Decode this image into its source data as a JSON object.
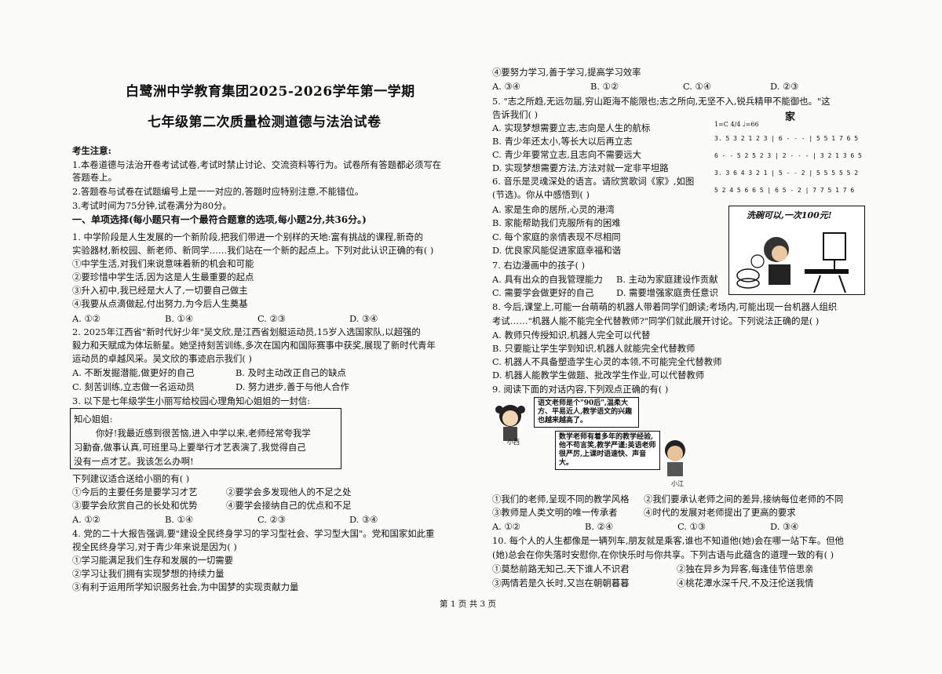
{
  "header": {
    "title1": "白鹭洲中学教育集团2025-2026学年第一学期",
    "title2": "七年级第二次质量检测道德与法治试卷"
  },
  "notice": {
    "heading": "考生注意:",
    "items": [
      "1.本卷道德与法治开卷考试试卷,考试时禁止讨论、交流资料等行为。试卷所有答题都必须写在",
      "答题卷上。",
      "2.答题卷与试卷在试题编号上是一一对应的,答题时应特别注意,不能错位。",
      "3.考试时间为75分钟,试卷满分为80分。"
    ]
  },
  "section1": "一、单项选择(每小题只有一个最符合题意的选项,每小题2分,共36分。)",
  "q1": {
    "lines": [
      "1. 中学阶段是人生发展的一个新阶段,把我们带进一个别样的天地:富有挑战的课程,新奇的",
      "实验器材,新校园、新老师、新同学……我们站在一个新的起点上。下列对此认识正确的有(      )",
      "①中学生活,对我们来说意味着新的机会和可能",
      "②要珍惜中学生活,因为这是人生最重要的起点",
      "③升入初中,我已经是大人了,一切要自己做主",
      "④我要从点滴做起,付出努力,为今后人生奠基"
    ],
    "options": [
      "A. ①②",
      "B. ①④",
      "C. ②③",
      "D. ③④"
    ]
  },
  "q2": {
    "lines": [
      "2. 2025年江西省\"新时代好少年\"吴文欣,是江西省划艇运动员,15岁入选国家队,以超强的",
      "毅力和天赋成为体坛新星。她坚持刻苦训练,多次在国内和国际赛事中获奖,展现了新时代青年",
      "运动员的卓越风采。吴文欣的事迹启示我们(      )"
    ],
    "options": [
      "A. 不断发掘潜能,做更好的自己",
      "B. 及时主动改正自己的缺点",
      "C. 刻苦训练,立志做一名运动员",
      "D. 努力进步,善于与他人合作"
    ]
  },
  "q3": {
    "intro": "3. 以下是七年级学生小丽写给校园心理角知心姐姐的一封信:",
    "letter": [
      "知心姐姐:",
      "你好!我最近感到很苦恼,进入中学以来,老师经常夸我学",
      "习勤奋,做事认真,可班里马上要举行才艺表演了,我觉得自己",
      "没有一点才艺。我该怎么办啊!"
    ],
    "ask": "下列建议适合送给小丽的有(      )",
    "items": [
      "①今后的主要任务是要学习才艺",
      "②要学会多发现他人的不足之处",
      "③要学会欣赏自己的长处和优势",
      "④要学会接纳自己的优点和不足"
    ],
    "options": [
      "A. ①②",
      "B. ①④",
      "C. ②③",
      "D. ③④"
    ]
  },
  "q4": {
    "lines": [
      "4. 党的二十大报告强调,要\"建设全民终身学习的学习型社会、学习型大国\"。党和国家如此重",
      "视全民终身学习,对于青少年来说是因为(      )",
      "①学习能满足我们生存和发展的一切需要",
      "②学习让我们拥有实现梦想的持续力量",
      "③有利于运用所学知识服务社会,为中国梦的实现贡献力量",
      "④要努力学习,善于学习,提高学习效率"
    ],
    "options": [
      "A. ③④",
      "B. ①②",
      "C. ①④",
      "D. ②③"
    ]
  },
  "q5": {
    "lines": [
      "5. \"志之所趋,无远勿届,穷山距海不能限也;志之所向,无坚不入,锐兵精甲不能御也。\"这",
      "告诉我们(      )"
    ],
    "options": [
      "A. 实现梦想需要立志,志向是人生的航标",
      "B. 青少年还太小,等长大以后再立志",
      "C. 青少年要常立志,且志向不需要远大",
      "D. 实现梦想需要方法,方法对就一定非平坦路"
    ]
  },
  "q6": {
    "lines": [
      "6. 音乐是灵魂深处的语言。请欣赏歌词《家》,如图",
      "(节选)。你从中感悟到(      )"
    ],
    "options": [
      "A. 家是生命的居所,心灵的港湾",
      "B. 家能帮助我们克服所有的困难",
      "C. 每个家庭的亲情表现不尽相同",
      "D. 优良家风能促进家庭幸福和谐"
    ]
  },
  "score": {
    "title": "家",
    "key": "1=C 4/4  ♩=66",
    "rows": [
      "3.  5  3 2  1 2 3  | 6  -  -  -  | 5 5  1 7 6 5",
      "6  -  - 5 2 5 2 3 | 2  -  -  - | 3 2 1 3  6 5",
      "3.  3 6 4 3 2 1  | 5  -  - 2 | 5 5 5 5  5 2",
      "5 2 4 5 6 6 5 | 6  5 - 2 | 7 7 5 1 7 6"
    ]
  },
  "q7": {
    "line": "7. 右边漫画中的孩子(      )",
    "options": [
      "A. 具有出众的自我管理能力",
      "B. 主动为家庭建设作贡献",
      "C. 需要学会做更好的自己",
      "D. 需要增强家庭责任意识"
    ],
    "comic_caption": "洗碗可以,一次100元!"
  },
  "q8": {
    "lines": [
      "8. 今后,课堂上,可能一台萌萌的机器人带着同学们朗读;考场内,可能出现一台机器人组织",
      "考试……\"机器人能不能完全代替教师?\"同学们就此展开讨论。下列说法正确的是(      )"
    ],
    "options": [
      "A. 教师只传授知识,机器人完全可以代替",
      "B. 只要能让学生学到知识,机器人就能完全代替教师",
      "C. 机器人不具备塑造学生心灵的本领,不可能完全代替教师",
      "D. 机器人能教学生做题、批改学生作业,可以代替教师"
    ]
  },
  "q9": {
    "line": "9. 阅读下面的对话内容,下列观点正确的有(      )",
    "bubble1": "语文老师是个\"90后\",温柔大方、平易近人,教学语文的兴趣也越来越高了。",
    "name1": "小西",
    "bubble2": "数学老师有着多年的教学经验,他不苟言笑,教学严谨;英语老师很严厉,上课时语速快、声音大。",
    "name2": "小江",
    "items": [
      "①我们的老师,呈现不同的教学风格",
      "②我们要承认老师之间的差异,接纳每位老师的不同",
      "③教师是人类文明的唯一传承者",
      "④时代的发展对老师提出了更高的要求"
    ],
    "options": [
      "A. ①②",
      "B. ②④",
      "C. ①③",
      "D. ③④"
    ]
  },
  "q10": {
    "lines": [
      "10. 每个人的人生都像是一辆列车,朋友就是乘客,谁也不知道他(她)会在哪一站下车。但他",
      "(她)总会在你失落时安慰你,在你快乐时与你共享。下列古语与此蕴含的道理一致的有(      )"
    ],
    "items": [
      "①莫愁前路无知己,天下谁人不识君",
      "②独在异乡为异客,每逢佳节倍思亲",
      "③两情若是久长时,又岂在朝朝暮暮",
      "④桃花潭水深千尺,不及汪伦送我情"
    ]
  },
  "footer": "第 1 页 共 3 页"
}
